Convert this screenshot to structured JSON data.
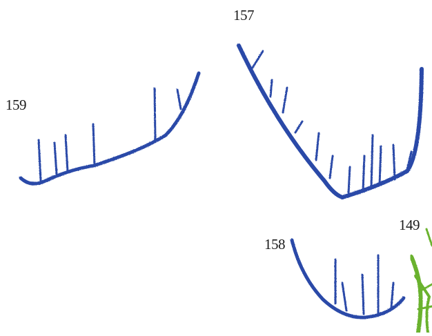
{
  "figure": {
    "specimens": [
      {
        "id": "159",
        "color": "#2a4aa8"
      },
      {
        "id": "157",
        "color": "#2a4aa8"
      },
      {
        "id": "158",
        "color": "#2a4aa8"
      },
      {
        "id": "149",
        "color": "#6ab22e"
      }
    ]
  }
}
